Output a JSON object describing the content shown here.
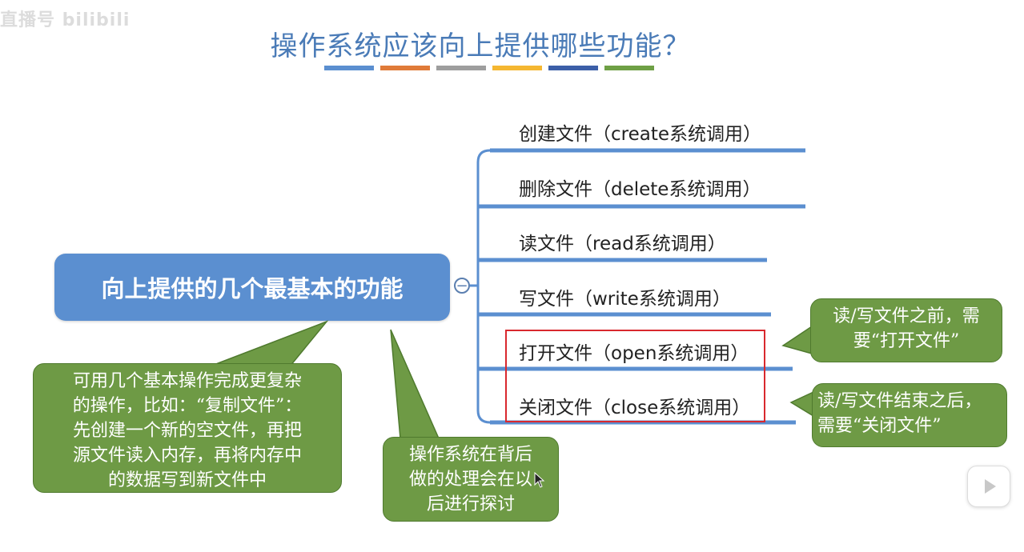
{
  "watermark": "直播号 bilibili",
  "title": "操作系统应该向上提供哪些功能？",
  "title_bar_colors": [
    "#5b8fd0",
    "#e07b39",
    "#9e9e9e",
    "#f5b731",
    "#3c5fa8",
    "#6ea045"
  ],
  "root": {
    "label": "向上提供的几个最基本的功能",
    "color": "#5b8fd0"
  },
  "branches": [
    {
      "label": "创建文件（create系统调用）"
    },
    {
      "label": "删除文件（delete系统调用）"
    },
    {
      "label": "读文件（read系统调用）"
    },
    {
      "label": "写文件（write系统调用）"
    },
    {
      "label": "打开文件（open系统调用）"
    },
    {
      "label": "关闭文件（close系统调用）"
    }
  ],
  "bubbles": {
    "left": [
      "可用几个基本操作完成更复杂",
      "的操作，比如：“复制文件”：",
      "先创建一个新的空文件，再把",
      "源文件读入内存，再将内存中",
      "的数据写到新文件中"
    ],
    "middle": [
      "操作系统在背后",
      "做的处理会在以",
      "后进行探讨"
    ],
    "open_note": [
      "读/写文件之前，需",
      "要“打开文件”"
    ],
    "close_note": [
      "读/写文件结束之后，",
      "需要“关闭文件”"
    ]
  },
  "colors": {
    "bubble": "#6e9a45",
    "branch_line": "#5b8fd0",
    "highlight": "#d9282e"
  }
}
